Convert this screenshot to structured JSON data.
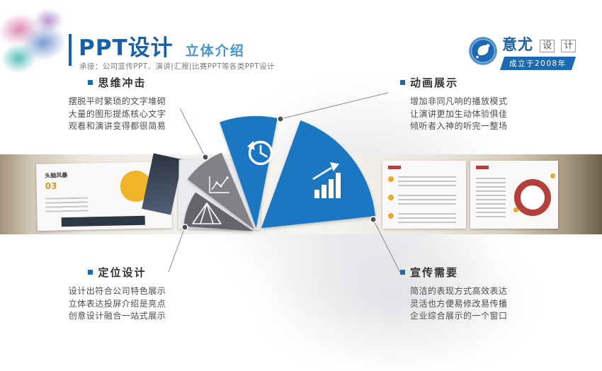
{
  "header": {
    "title": "PPT设计",
    "subtitle": "立体介绍",
    "tagline": "承接：公司宣传PPT、演讲|汇报|比赛PPT等各类PPT设计"
  },
  "logo": {
    "brand_primary": "意尤",
    "brand_char_1": "设",
    "brand_char_2": "计",
    "established": "成立于2008年"
  },
  "sections": [
    {
      "title": "思维冲击",
      "lines": [
        "摆脱平时繁琐的文字堆砌",
        "大量的图形提炼核心文字",
        "观看和演讲变得都很简易"
      ]
    },
    {
      "title": "动画展示",
      "lines": [
        "增加非同凡响的播放模式",
        "让演讲更加生动体验俱佳",
        "倾听者入神的听完一整场"
      ]
    },
    {
      "title": "定位设计",
      "lines": [
        "设计出符合公司特色展示",
        "立体表达投屏介绍是亮点",
        "创意设计融合一站式展示"
      ]
    },
    {
      "title": "宣传需要",
      "lines": [
        "简洁的表现方式高效表达",
        "灵活也方便易修改易传播",
        "企业综合展示的一个窗口"
      ]
    }
  ],
  "photo_strip": {
    "slide1_label": "头脑风暴",
    "slide1_number": "03"
  },
  "fan": {
    "wedge_icons": [
      "pyramid-icon",
      "line-chart-icon",
      "history-clock-icon",
      "growth-bars-icon"
    ],
    "colors": {
      "accent_blue": "#1b6ab3",
      "fan_blue": "#1c77c3",
      "fan_gray": "#808285",
      "fan_dark_gray": "#63656a",
      "photo_yellow": "#f0b428",
      "photo_red": "#b3403a"
    }
  }
}
